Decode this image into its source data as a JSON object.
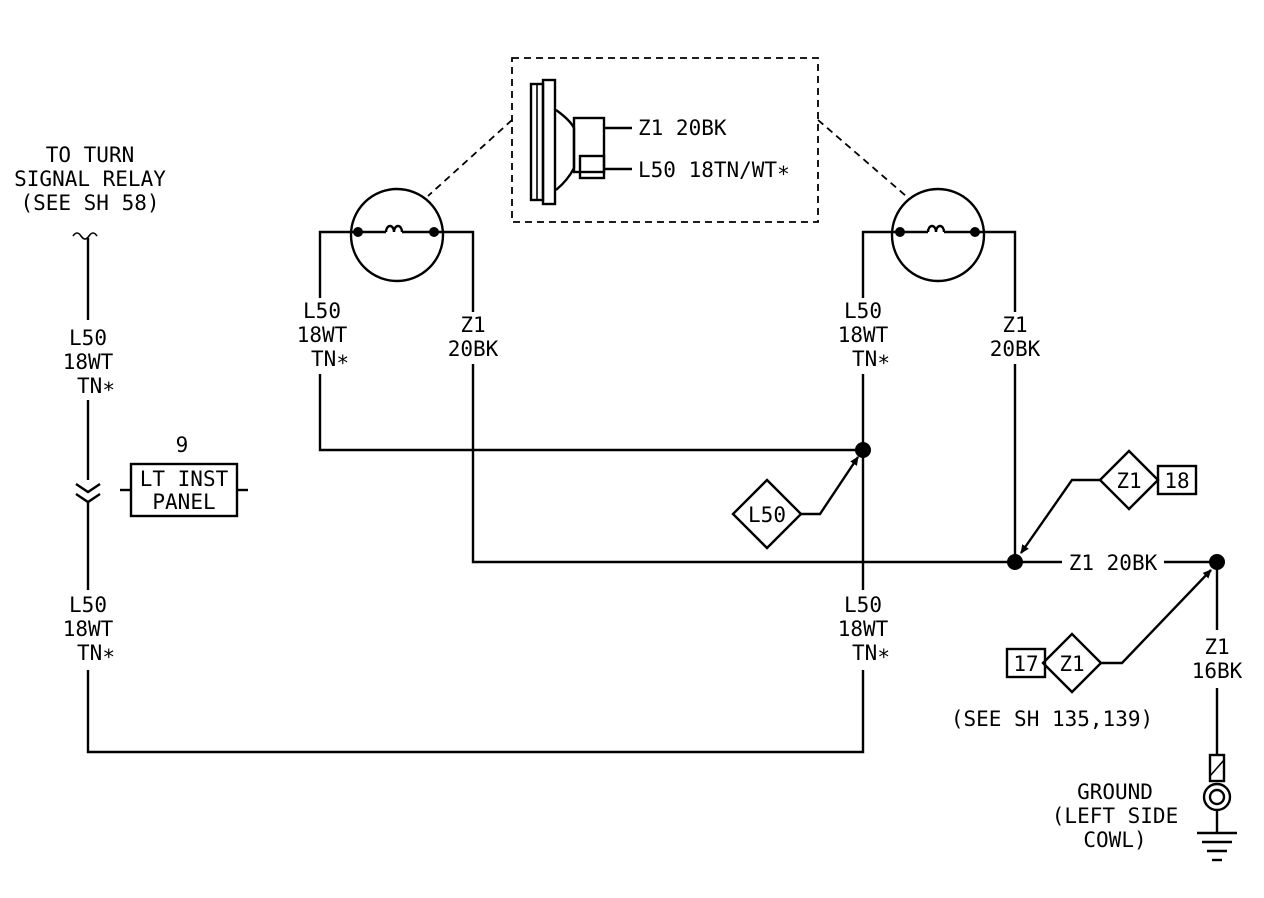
{
  "relay_note": {
    "line1": "TO TURN",
    "line2": "SIGNAL RELAY",
    "line3": "(SEE SH 58)"
  },
  "wire_l50_18wt_tn": {
    "line1": "L50",
    "line2": "18WT",
    "line3": "TN∗"
  },
  "wire_z1_20bk": {
    "line1": "Z1",
    "line2": "20BK"
  },
  "inset": {
    "ground_wire": "Z1 20BK",
    "feed_wire": "L50 18TN/WT∗"
  },
  "connector": {
    "pin": "9",
    "line1": "LT INST",
    "line2": "PANEL"
  },
  "splice_l50": {
    "label": "L50"
  },
  "splice_z1_top": {
    "label": "Z1",
    "ref": "18"
  },
  "splice_z1_bottom": {
    "label": "Z1",
    "ref": "17"
  },
  "bus_label": "Z1 20BK",
  "see_sheets": "(SEE SH 135,139)",
  "ground_wire": {
    "line1": "Z1",
    "line2": "16BK"
  },
  "ground": {
    "line1": "GROUND",
    "line2": "(LEFT SIDE",
    "line3": "COWL)"
  }
}
